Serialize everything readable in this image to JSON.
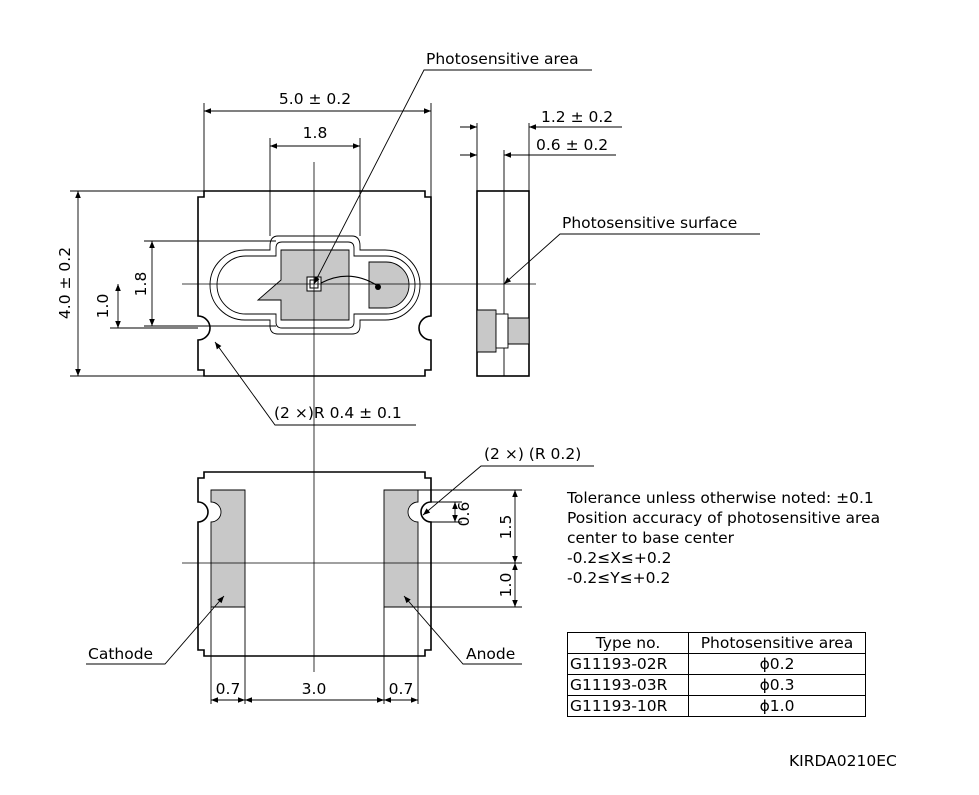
{
  "labels": {
    "photosensitive_area": "Photosensitive area",
    "photosensitive_surface": "Photosensitive surface",
    "cathode": "Cathode",
    "anode": "Anode"
  },
  "dimensions": {
    "width": "5.0 ± 0.2",
    "height": "4.0 ± 0.2",
    "window_width": "1.8",
    "window_height": "1.8",
    "notch_offset": "1.0",
    "corner_radius": "(2 ×)R 0.4 ± 0.1",
    "thickness": "1.2 ± 0.2",
    "surface_depth": "0.6 ± 0.2",
    "pad_radius": "(2 ×) (R 0.2)",
    "pad_notch": "0.6",
    "pad_upper": "1.5",
    "pad_lower": "1.0",
    "pad_width_left": "0.7",
    "pad_spacing": "3.0",
    "pad_width_right": "0.7"
  },
  "notes": [
    "Tolerance unless otherwise noted: ±0.1",
    "Position accuracy of photosensitive area",
    "center to base center",
    "-0.2≤X≤+0.2",
    "-0.2≤Y≤+0.2"
  ],
  "table": {
    "headers": [
      "Type no.",
      "Photosensitive area"
    ],
    "rows": [
      [
        "G11193-02R",
        "ϕ0.2"
      ],
      [
        "G11193-03R",
        "ϕ0.3"
      ],
      [
        "G11193-10R",
        "ϕ1.0"
      ]
    ]
  },
  "figure_id": "KIRDA0210EC"
}
